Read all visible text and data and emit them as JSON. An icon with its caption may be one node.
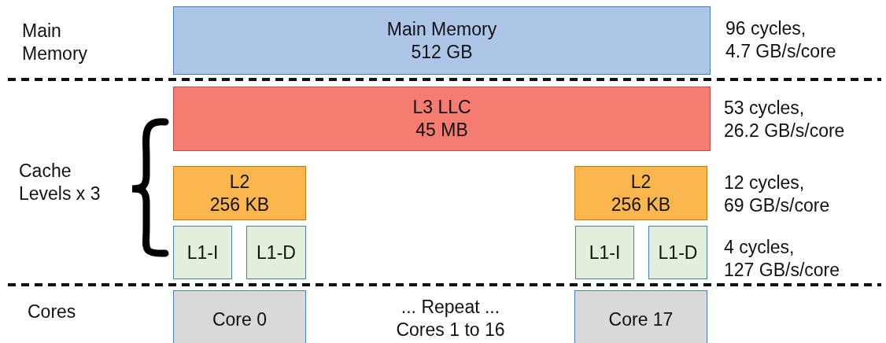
{
  "diagram": {
    "nodes": [
      {
        "text": [
          "Main Memory",
          "512 GB"
        ]
      },
      {
        "text": [
          "L3 LLC",
          "45 MB"
        ]
      },
      {
        "text": [
          "L2",
          "256 KB"
        ]
      },
      {
        "text": [
          "L2",
          "256 KB"
        ]
      },
      {
        "text": [
          "L1-I"
        ]
      },
      {
        "text": [
          "L1-D"
        ]
      },
      {
        "text": [
          "L1-I"
        ]
      },
      {
        "text": [
          "L1-D"
        ]
      },
      {
        "text": [
          "Core 0"
        ]
      },
      {
        "text": [
          "Core 17"
        ]
      }
    ],
    "edges": [],
    "labels": [
      "Main Memory",
      "96 cycles, 4.7 GB/s/core",
      "53 cycles, 26.2 GB/s/core",
      "Cache Levels x 3",
      "12 cycles, 69 GB/s/core",
      "4 cycles, 127 GB/s/core",
      "Cores",
      "... Repeat ... Cores 1 to 16"
    ]
  }
}
